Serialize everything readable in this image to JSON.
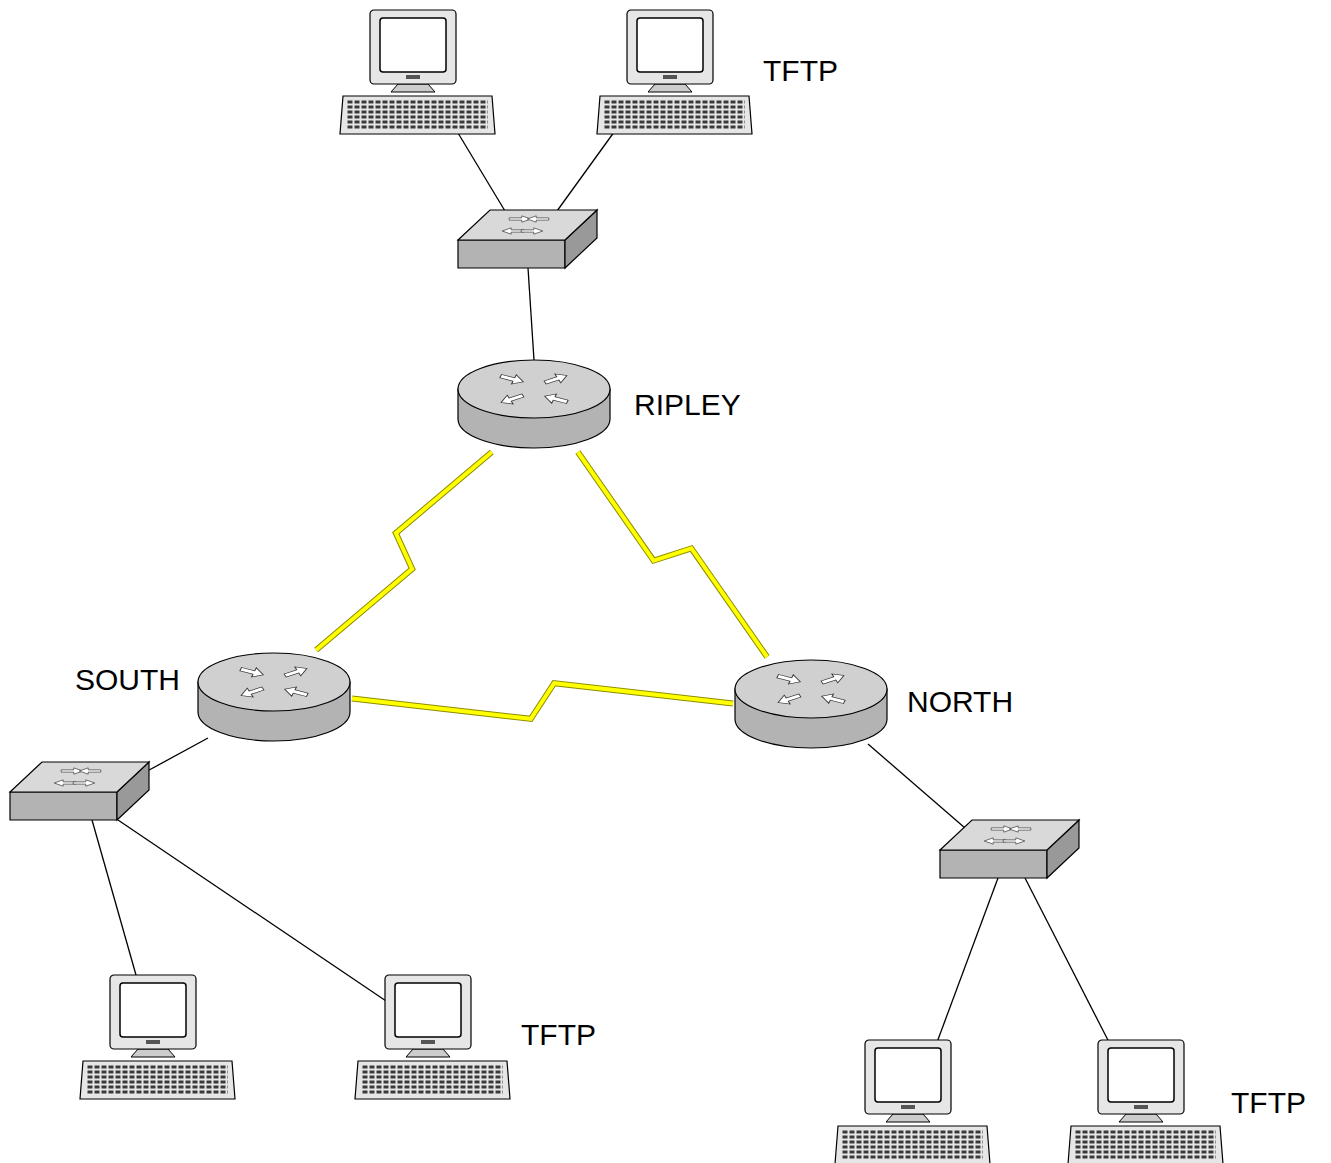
{
  "diagram": {
    "nodes": [
      {
        "text": [
          "TFTP"
        ]
      },
      {
        "text": [
          "RIPLEY"
        ]
      },
      {
        "text": [
          "SOUTH"
        ]
      },
      {
        "text": [
          "NORTH"
        ]
      },
      {
        "text": [
          "TFTP"
        ]
      },
      {
        "text": [
          "TFTP"
        ]
      }
    ],
    "edges": [
      {
        "from": 1,
        "to": 2,
        "arrow": "none"
      },
      {
        "from": 1,
        "to": 3,
        "arrow": "none"
      },
      {
        "from": 2,
        "to": 3,
        "arrow": "none"
      }
    ]
  }
}
